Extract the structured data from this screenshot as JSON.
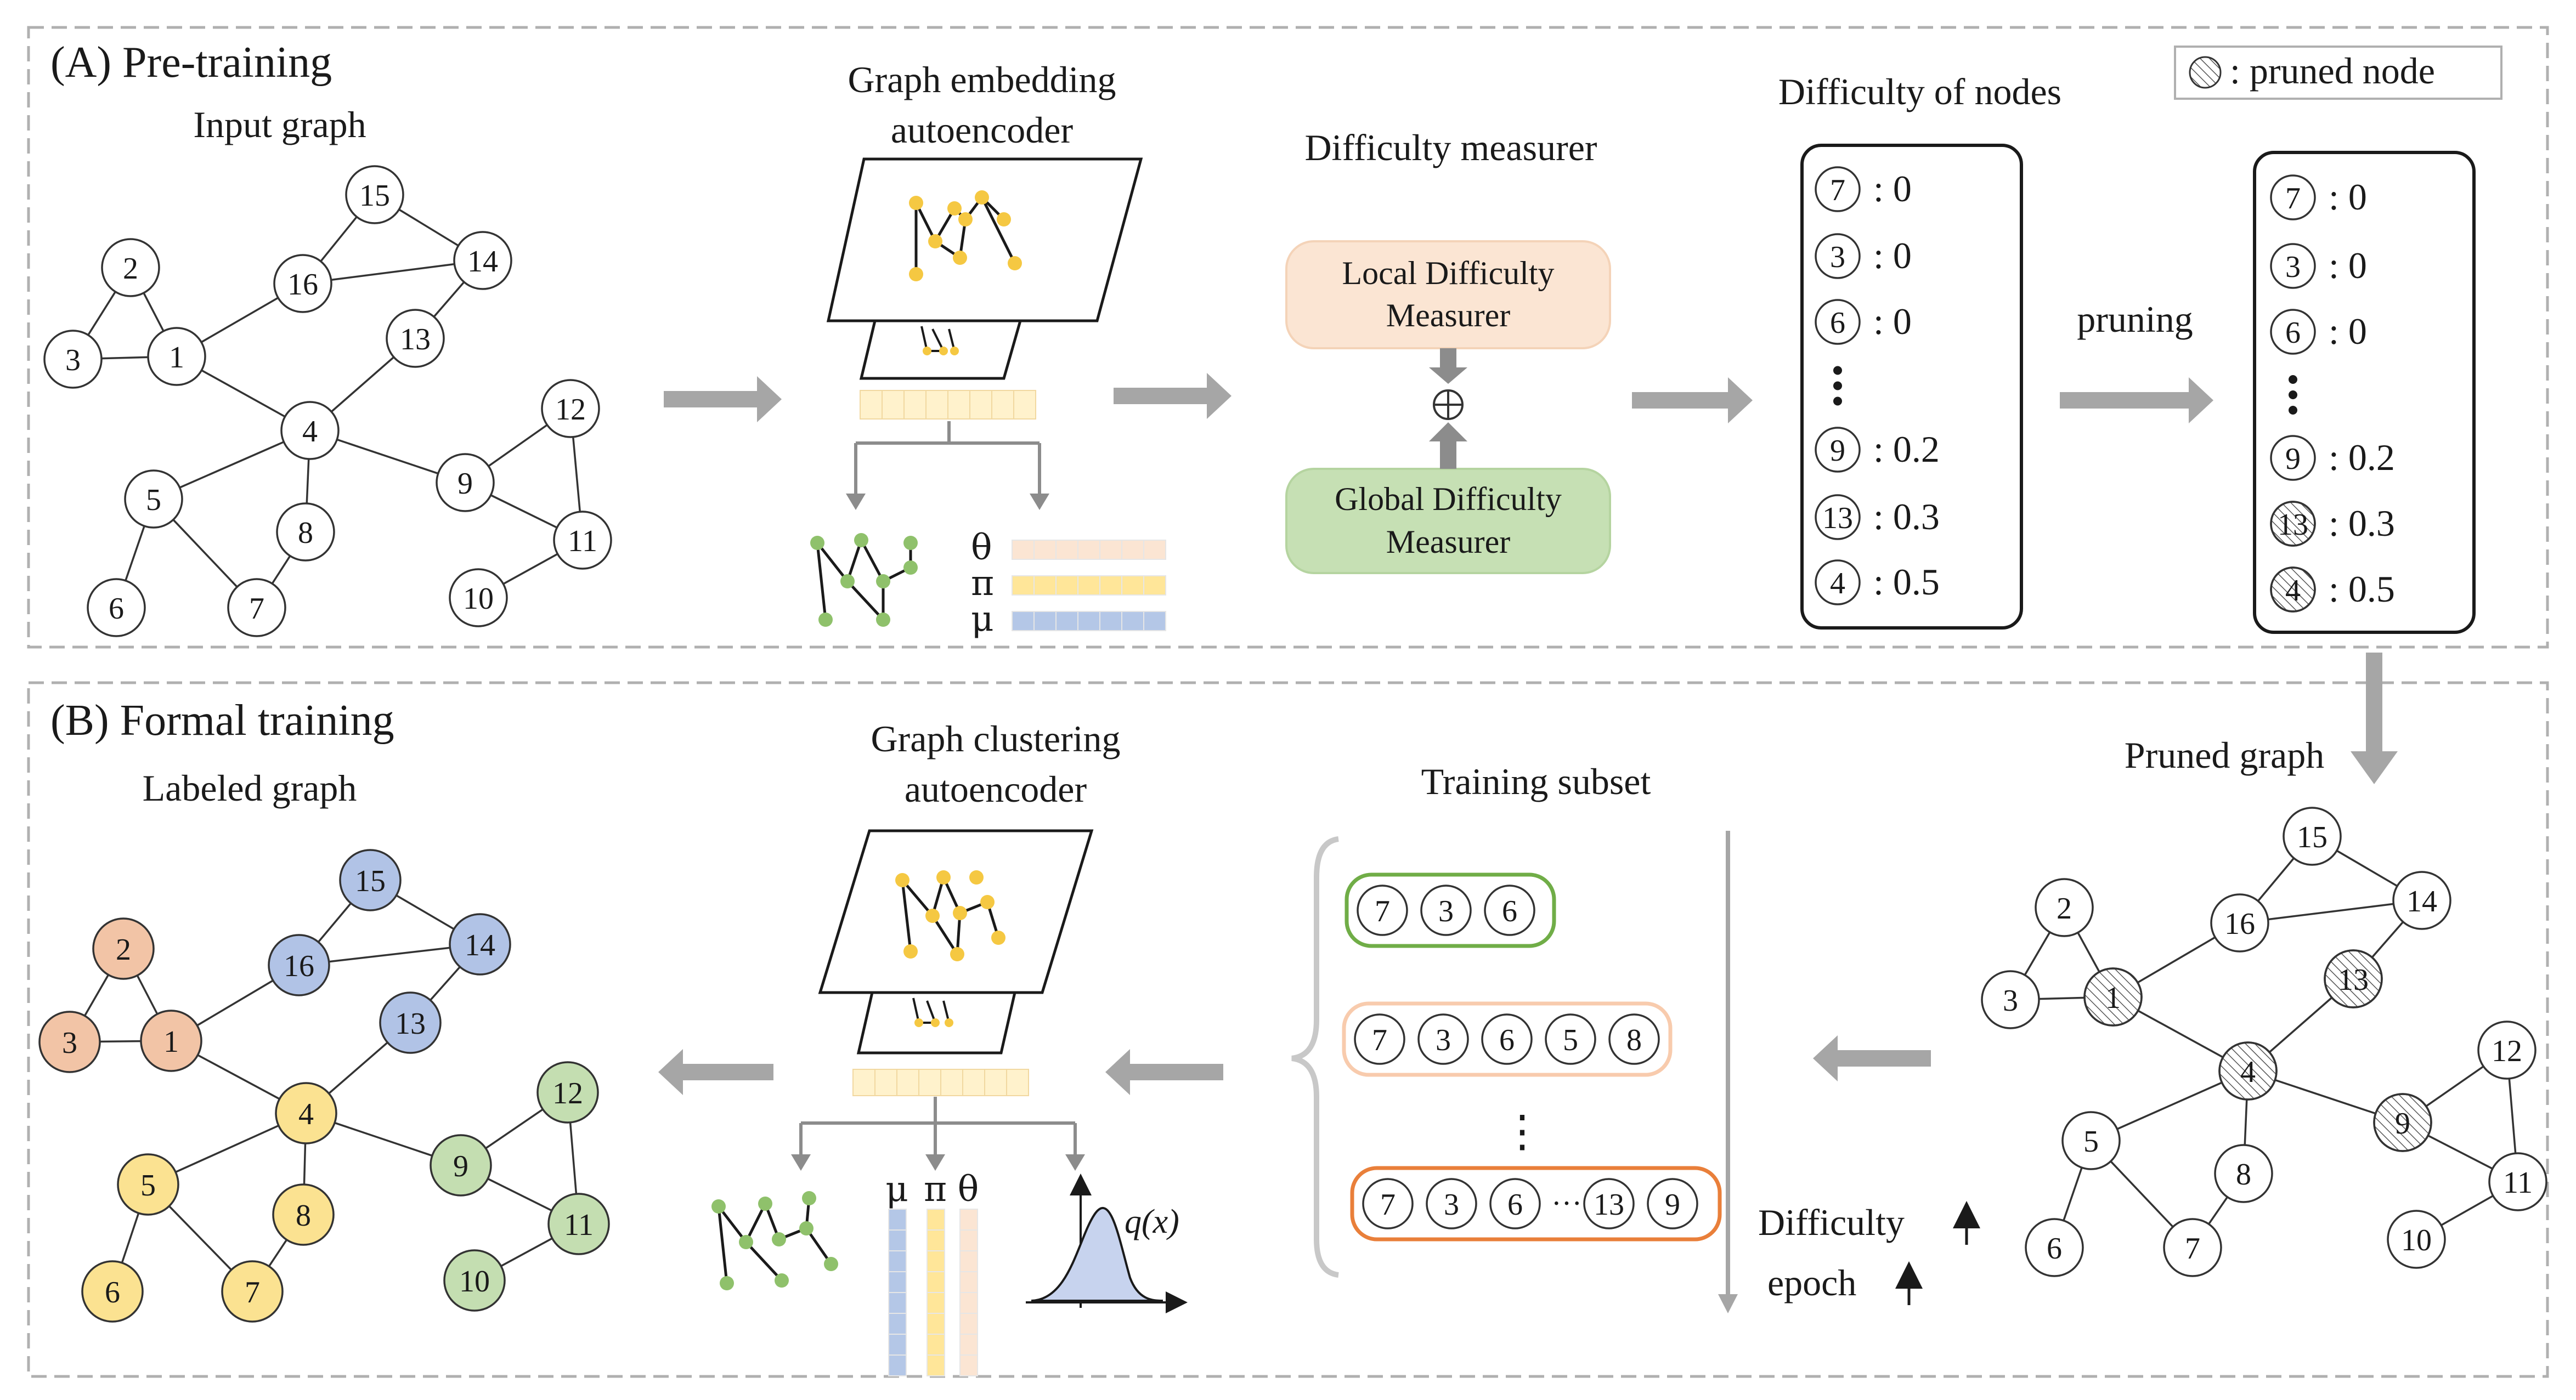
{
  "sections": {
    "a_label": "(A) Pre-training",
    "b_label": "(B) Formal training"
  },
  "titles": {
    "input_graph": "Input graph",
    "embedding_ae_1": "Graph embedding",
    "embedding_ae_2": "autoencoder",
    "difficulty_measurer": "Difficulty measurer",
    "difficulty_of_nodes": "Difficulty of nodes",
    "pruning": "pruning",
    "pruned_graph": "Pruned graph",
    "labeled_graph": "Labeled graph",
    "clustering_ae_1": "Graph clustering",
    "clustering_ae_2": "autoencoder",
    "training_subset": "Training subset",
    "difficulty_axis": "Difficulty",
    "epoch_axis": "epoch",
    "ellipsis": "⋮"
  },
  "legend": {
    "pruned_node": ": pruned node"
  },
  "measurers": {
    "local_1": "Local Difficulty",
    "local_2": "Measurer",
    "global_1": "Global Difficulty",
    "global_2": "Measurer",
    "combine": "⊕"
  },
  "ae_params_top": {
    "theta": "θ",
    "pi": "π",
    "mu": "μ"
  },
  "ae_params_bottom": {
    "mu": "μ",
    "pi": "π",
    "theta": "θ",
    "qx": "q(x)"
  },
  "difficulty_list": [
    {
      "node": "7",
      "value": ": 0",
      "pruned": false
    },
    {
      "node": "3",
      "value": ": 0",
      "pruned": false
    },
    {
      "node": "6",
      "value": ": 0",
      "pruned": false
    },
    {
      "node": "9",
      "value": ": 0.2",
      "pruned": false
    },
    {
      "node": "13",
      "value": ": 0.3",
      "pruned": true
    },
    {
      "node": "4",
      "value": ": 0.5",
      "pruned": true
    }
  ],
  "graph": {
    "nodes": [
      "1",
      "2",
      "3",
      "4",
      "5",
      "6",
      "7",
      "8",
      "9",
      "10",
      "11",
      "12",
      "13",
      "14",
      "15",
      "16"
    ],
    "pruned": [
      "1",
      "4",
      "9",
      "13"
    ],
    "cluster_colors": {
      "1": "#f2c4a6",
      "2": "#f2c4a6",
      "3": "#f2c4a6",
      "4": "#fbe291",
      "5": "#fbe291",
      "6": "#fbe291",
      "7": "#fbe291",
      "8": "#fbe291",
      "9": "#c4deb1",
      "10": "#c4deb1",
      "11": "#c4deb1",
      "12": "#c4deb1",
      "13": "#b1c3e6",
      "14": "#b1c3e6",
      "15": "#b1c3e6",
      "16": "#b1c3e6"
    }
  },
  "subsets": [
    [
      "7",
      "3",
      "6"
    ],
    [
      "7",
      "3",
      "6",
      "5",
      "8"
    ],
    [
      "7",
      "3",
      "6",
      "···",
      "13",
      "9"
    ]
  ],
  "colors": {
    "arrow": "#a6a6a6",
    "local_box": "#fbe5d3",
    "global_box": "#c6e0b4",
    "emb_cells": "#fff2cc",
    "theta_bar": "#fbe5d3",
    "pi_bar": "#ffe699",
    "mu_bar": "#b4c7e7",
    "yellow_node": "#f5c842",
    "green_node": "#8fc16b",
    "subset_green": "#70ad47",
    "subset_light": "#f8cbad",
    "subset_orange": "#e97f3a"
  }
}
